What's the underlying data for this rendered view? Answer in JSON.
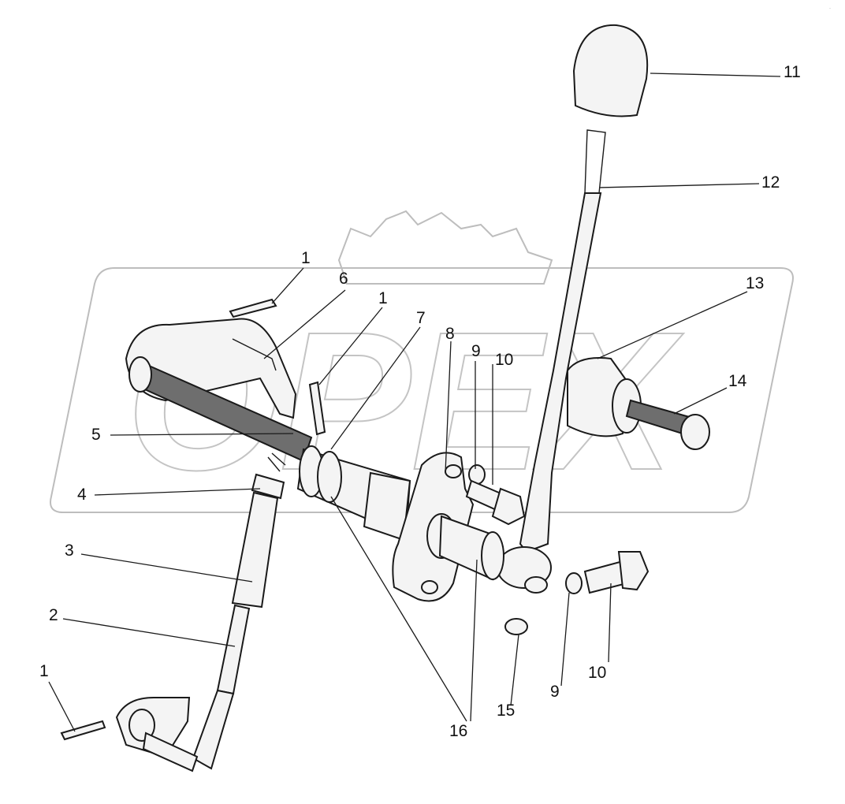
{
  "diagram": {
    "watermark_text": "OPEX",
    "corner_mark": "·",
    "labels": [
      {
        "id": "l1a",
        "text": "1"
      },
      {
        "id": "l6",
        "text": "6"
      },
      {
        "id": "l1b",
        "text": "1"
      },
      {
        "id": "l7",
        "text": "7"
      },
      {
        "id": "l8",
        "text": "8"
      },
      {
        "id": "l9a",
        "text": "9"
      },
      {
        "id": "l10a",
        "text": "10"
      },
      {
        "id": "l11",
        "text": "11"
      },
      {
        "id": "l12",
        "text": "12"
      },
      {
        "id": "l13",
        "text": "13"
      },
      {
        "id": "l14",
        "text": "14"
      },
      {
        "id": "l5",
        "text": "5"
      },
      {
        "id": "l4",
        "text": "4"
      },
      {
        "id": "l3",
        "text": "3"
      },
      {
        "id": "l2",
        "text": "2"
      },
      {
        "id": "l1c",
        "text": "1"
      },
      {
        "id": "l16",
        "text": "16"
      },
      {
        "id": "l15",
        "text": "15"
      },
      {
        "id": "l9b",
        "text": "9"
      },
      {
        "id": "l10b",
        "text": "10"
      }
    ]
  }
}
